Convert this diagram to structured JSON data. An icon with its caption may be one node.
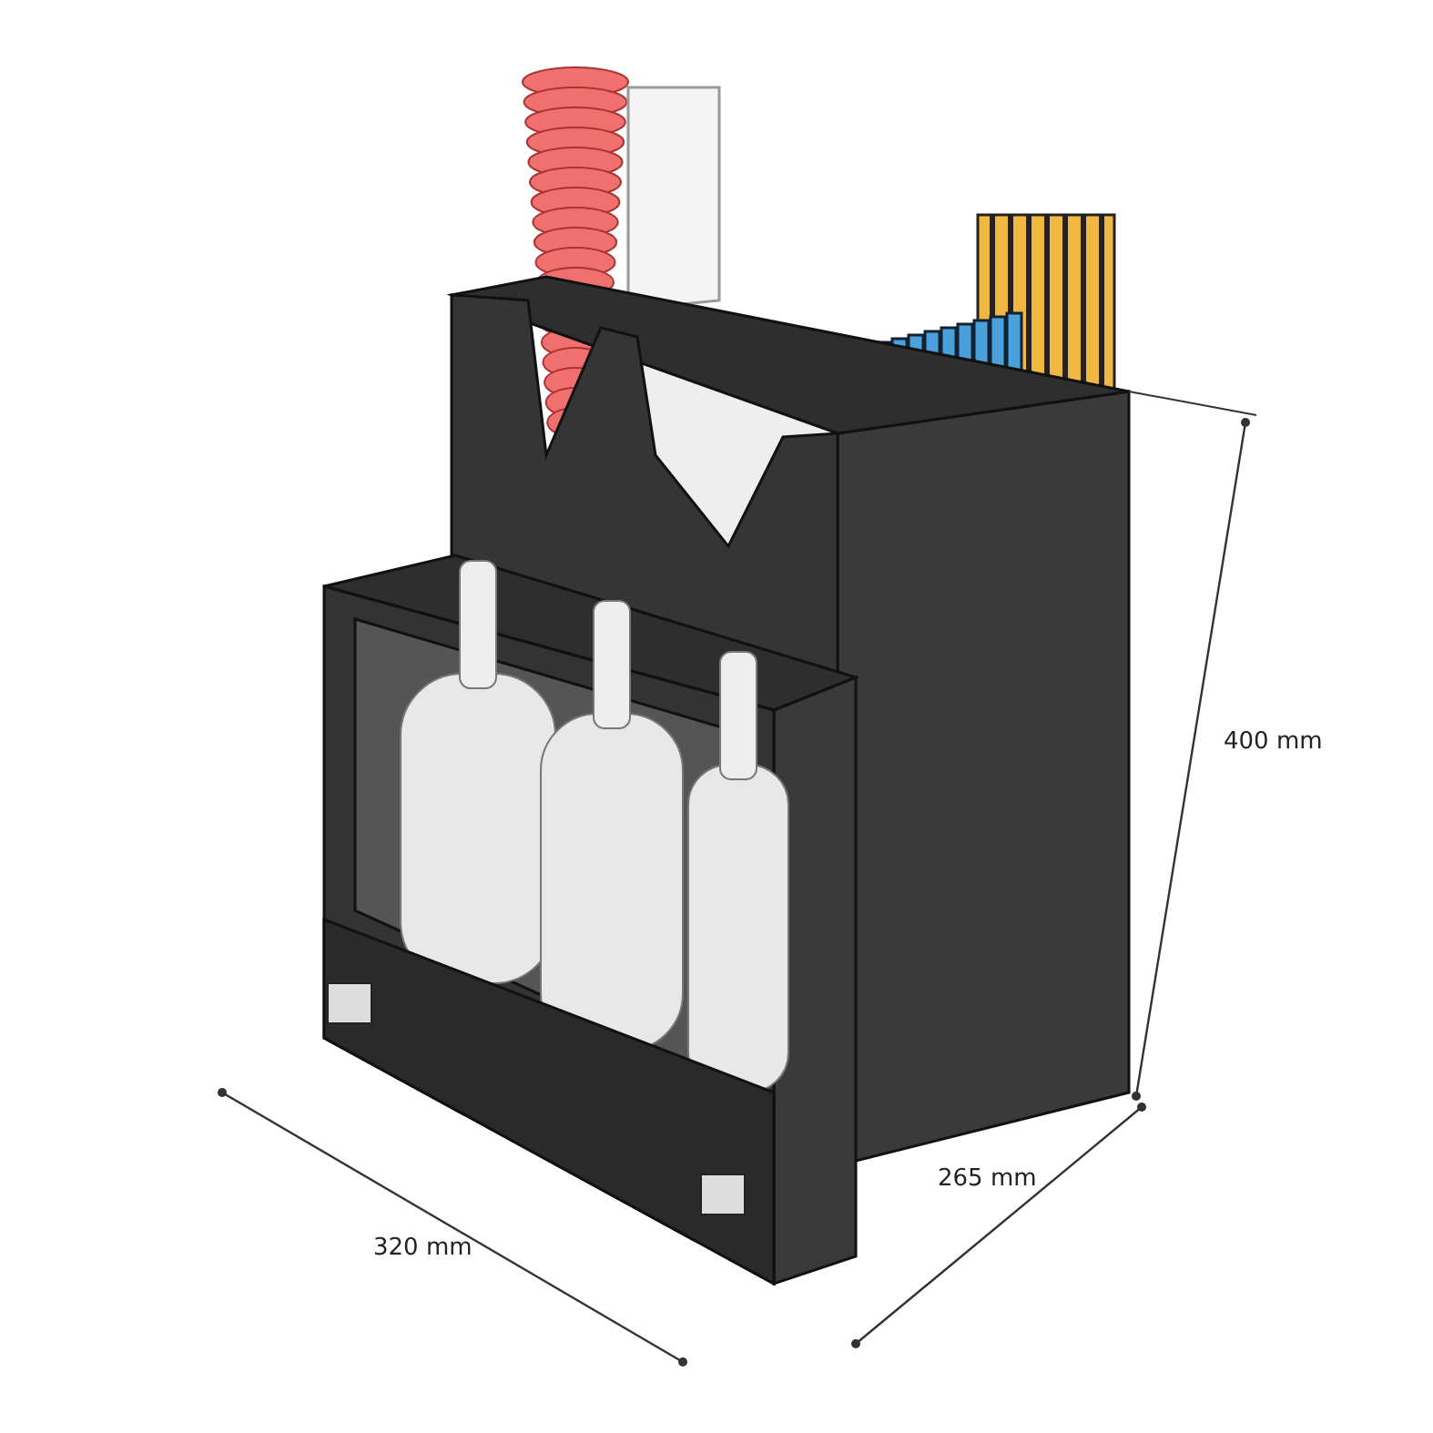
{
  "diagram": {
    "labels": [
      "400 mm",
      "320 mm",
      "265 mm"
    ]
  }
}
